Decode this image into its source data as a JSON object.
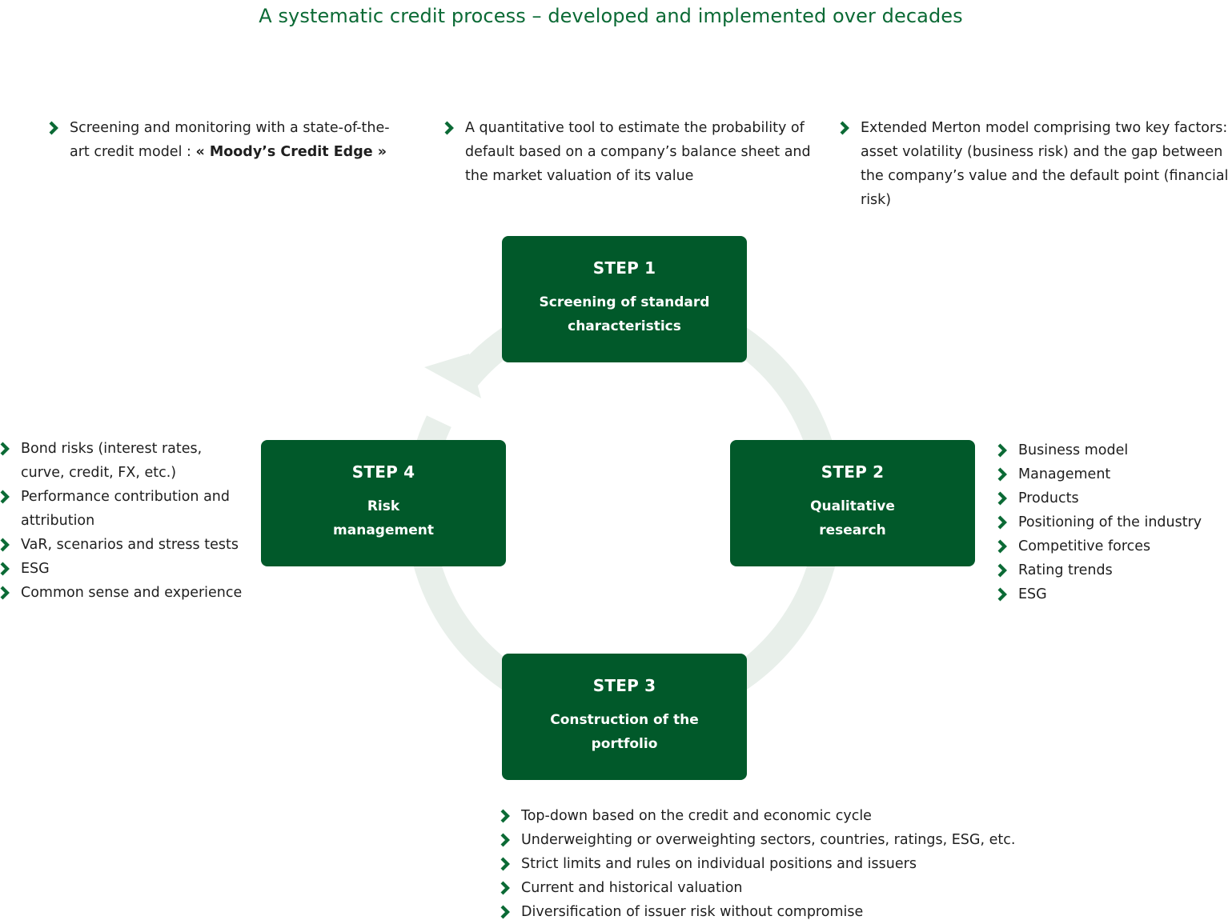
{
  "title": "A systematic credit process – developed and implemented over decades",
  "colors": {
    "step_box": "#01592a",
    "title": "#0b6a35",
    "chevron": "#0b6a35",
    "cycle_arrow": "#e8efea"
  },
  "icons": {
    "bullet": "chevron-right-icon",
    "cycle": "circular-arrow-icon"
  },
  "top_notes": [
    {
      "text": "Screening and monitoring with a state-of-the-art credit model : ",
      "bold": "« Moody’s Credit Edge »"
    },
    {
      "text": "A quantitative tool to estimate the probability of default based on a company’s balance sheet and the market valuation of its value"
    },
    {
      "text": "Extended Merton model comprising two key factors: asset volatility (business risk) and the gap between the company’s value and the default point (financial risk)"
    }
  ],
  "steps": [
    {
      "heading": "STEP 1",
      "desc": "Screening of standard characteristics"
    },
    {
      "heading": "STEP 2",
      "desc": "Qualitative research"
    },
    {
      "heading": "STEP 3",
      "desc": "Construction of the portfolio"
    },
    {
      "heading": "STEP 4",
      "desc": "Risk management"
    }
  ],
  "step2_points": [
    "Business model",
    "Management",
    "Products",
    "Positioning of the industry",
    "Competitive forces",
    "Rating trends",
    "ESG"
  ],
  "step3_points": [
    "Top-down based on the credit and economic cycle",
    "Underweighting or overweighting sectors, countries, ratings, ESG, etc.",
    "Strict limits and rules on individual positions and issuers",
    "Current and historical valuation",
    "Diversification of issuer risk without compromise"
  ],
  "step4_points": [
    "Bond risks (interest rates, curve, credit, FX, etc.)",
    "Performance contribution and attribution",
    "VaR, scenarios and stress tests",
    "ESG",
    "Common sense and experience"
  ]
}
